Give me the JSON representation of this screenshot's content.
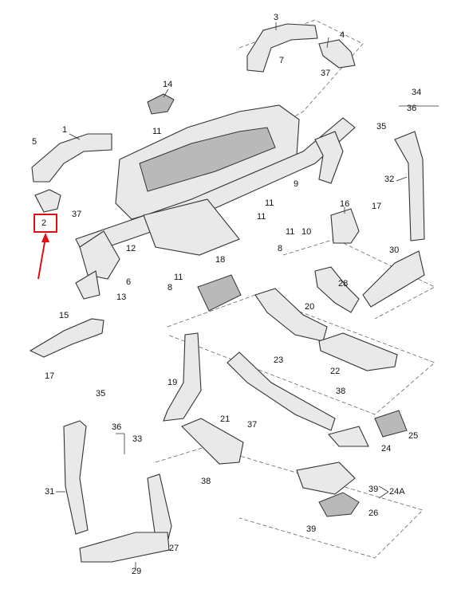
{
  "callouts": {
    "c1": "1",
    "c2": "2",
    "c3": "3",
    "c4": "4",
    "c5": "5",
    "c6": "6",
    "c7": "7",
    "c8a": "8",
    "c8b": "8",
    "c9": "9",
    "c10": "10",
    "c11a": "11",
    "c11b": "11",
    "c11c": "11",
    "c11d": "11",
    "c12": "12",
    "c13": "13",
    "c14": "14",
    "c15": "15",
    "c16": "16",
    "c17a": "17",
    "c17b": "17",
    "c18": "18",
    "c19": "19",
    "c20": "20",
    "c21": "21",
    "c22": "22",
    "c23": "23",
    "c24": "24",
    "c24a": "24A",
    "c25": "25",
    "c26": "26",
    "c27": "27",
    "c28": "28",
    "c29": "29",
    "c30": "30",
    "c31": "31",
    "c32": "32",
    "c33": "33",
    "c34": "34",
    "c35a": "35",
    "c35b": "35",
    "c36a": "36",
    "c36b": "36",
    "c37a": "37",
    "c37b": "37",
    "c37c": "37",
    "c38a": "38",
    "c38b": "38",
    "c39a": "39",
    "c39b": "39"
  },
  "highlight": {
    "part": "2",
    "color": "#e01010"
  }
}
